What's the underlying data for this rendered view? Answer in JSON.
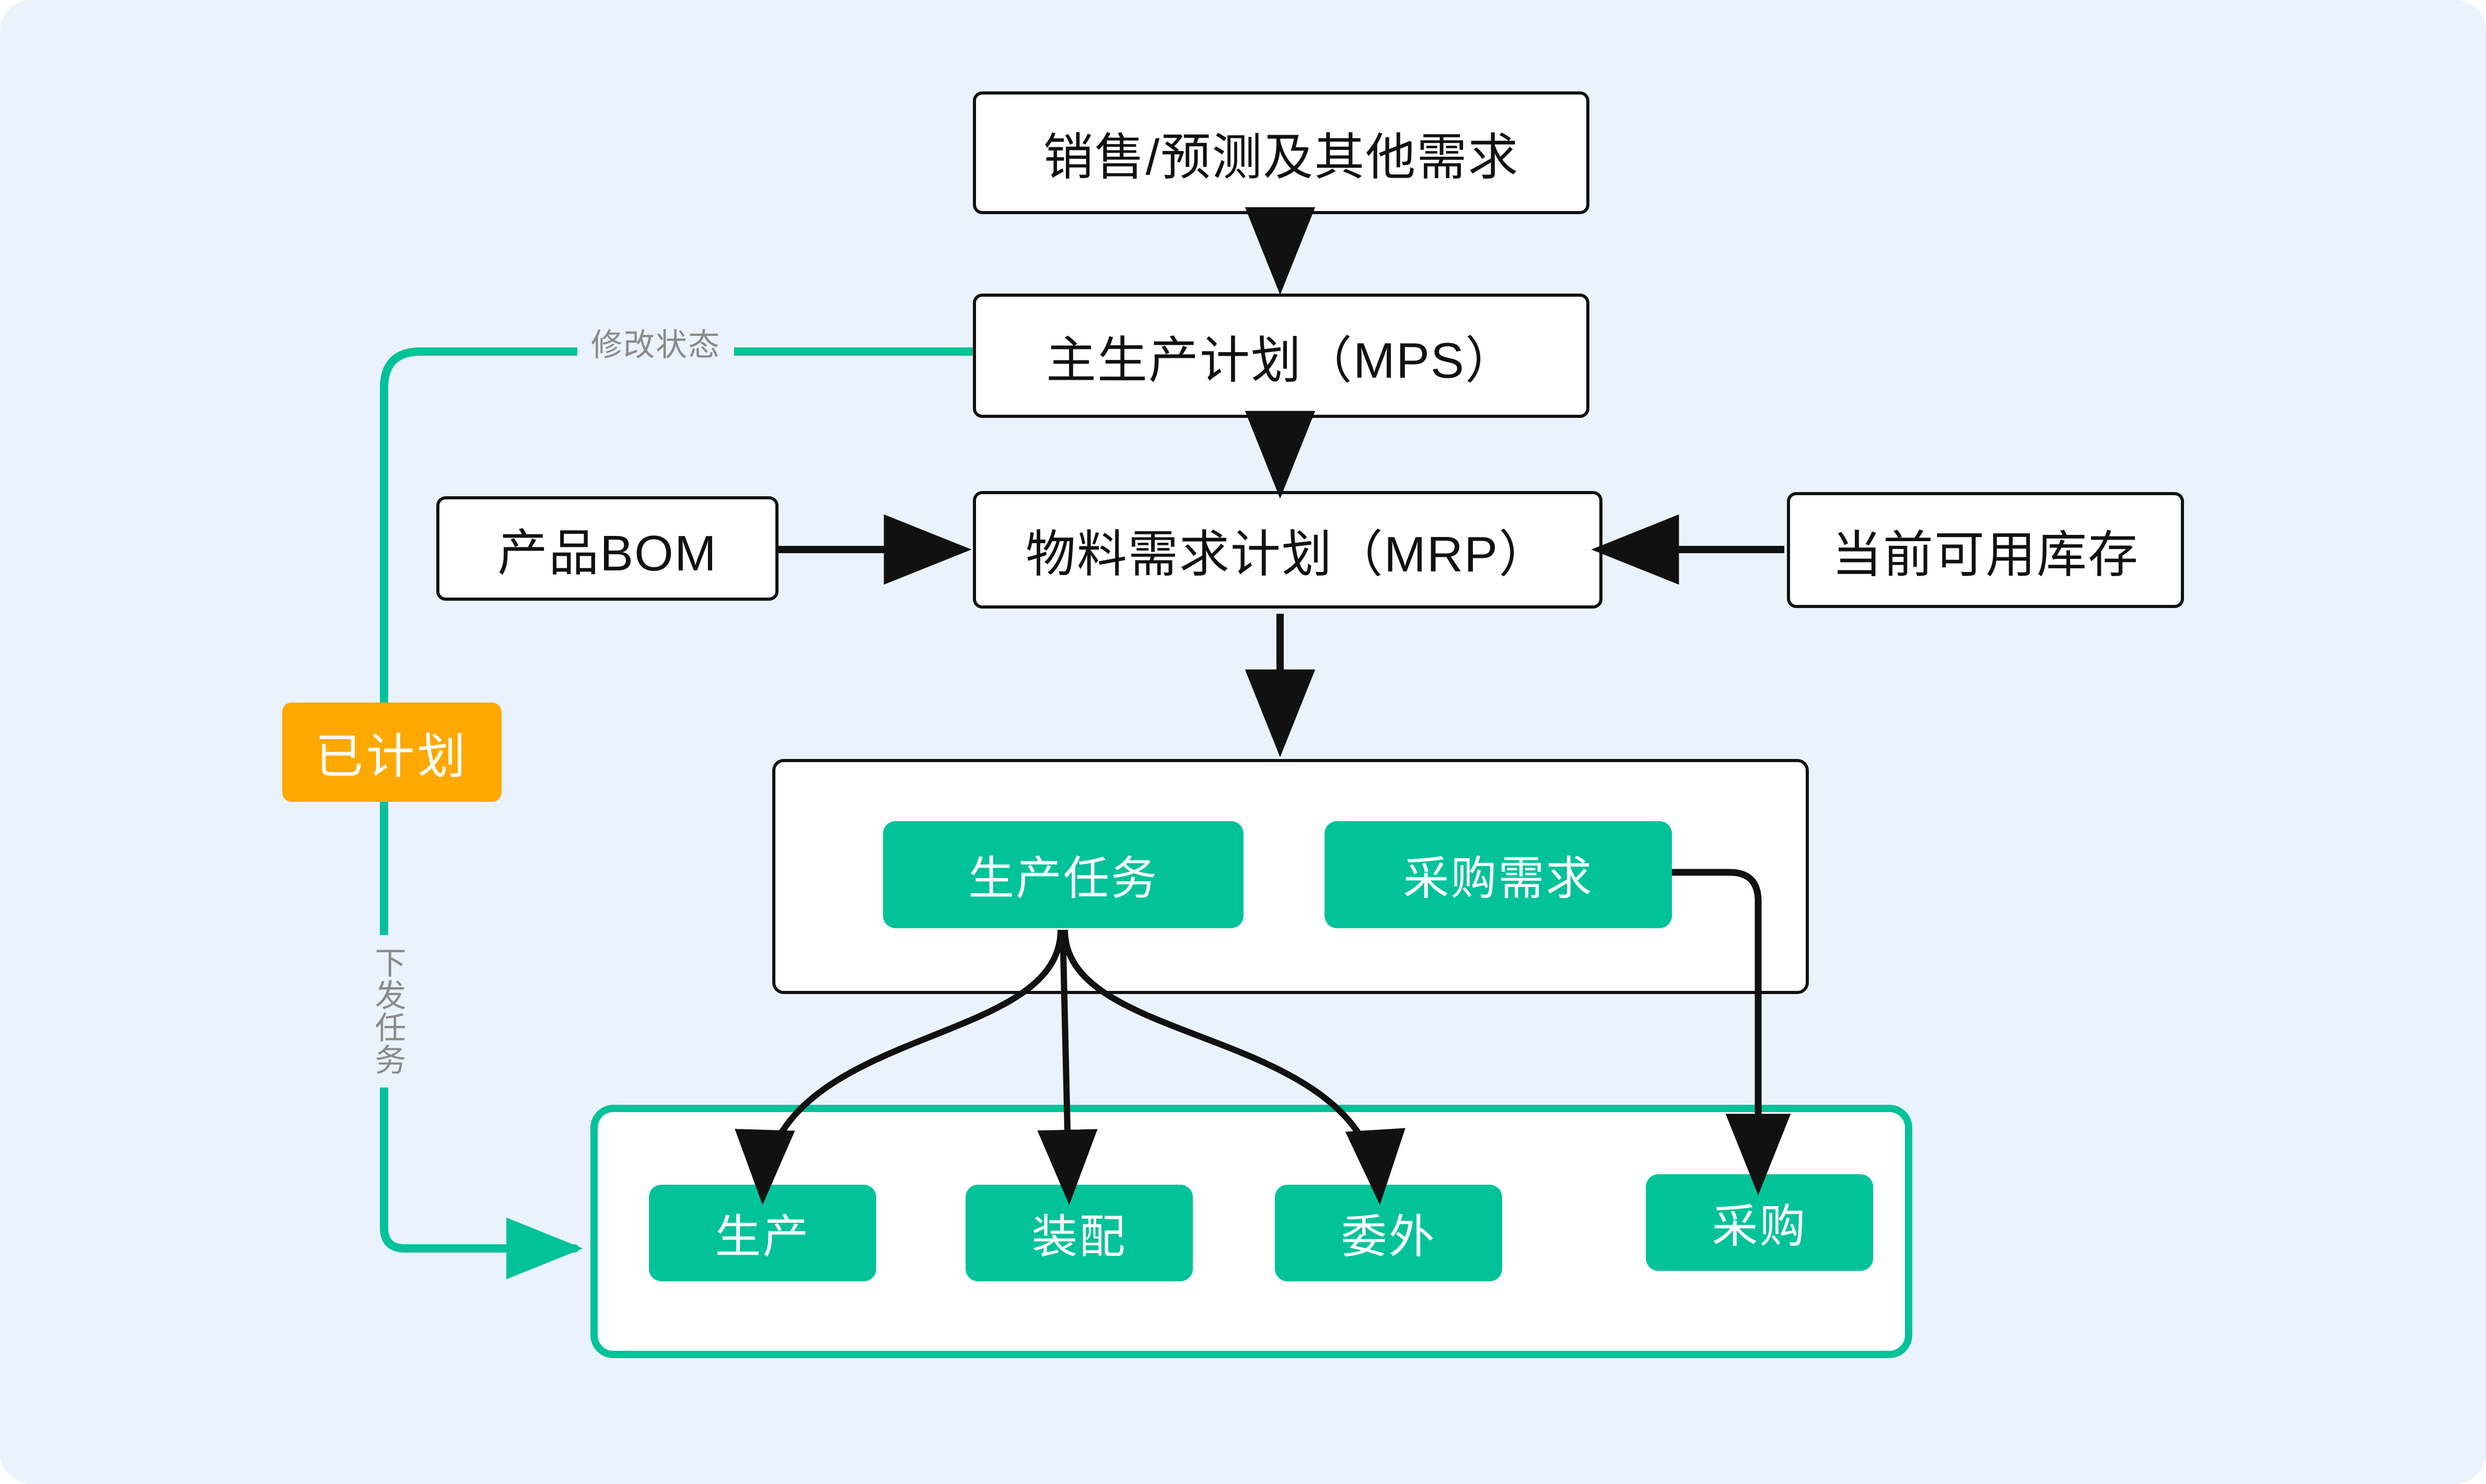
{
  "diagram": {
    "title_present": false,
    "background_color": "#eaf2fb",
    "accent_green": "#02c29a",
    "accent_orange": "#ffa800",
    "label_gray": "#8a8a8a",
    "outline_black": "#111111"
  },
  "nodes": {
    "demand": {
      "label": "销售/预测及其他需求",
      "style": "white-box"
    },
    "mps": {
      "label": "主生产计划（MPS）",
      "style": "white-box"
    },
    "bom": {
      "label": "产品BOM",
      "style": "white-box"
    },
    "mrp": {
      "label": "物料需求计划（MRP）",
      "style": "white-box"
    },
    "stock": {
      "label": "当前可用库存",
      "style": "white-box"
    },
    "planned_badge": {
      "label": "已计划",
      "style": "orange-badge"
    },
    "production_task": {
      "label": "生产任务",
      "style": "green-box"
    },
    "purchase_demand": {
      "label": "采购需求",
      "style": "green-box"
    },
    "task_produce": {
      "label": "生产",
      "style": "green-box"
    },
    "task_assemble": {
      "label": "装配",
      "style": "green-box"
    },
    "task_outsource": {
      "label": "委外",
      "style": "green-box"
    },
    "task_purchase": {
      "label": "采购",
      "style": "green-box"
    }
  },
  "edge_labels": {
    "modify_status": "修改状态",
    "dispatch_task": "下发任务"
  },
  "containers": {
    "task_group": {
      "style": "white-outline"
    },
    "execution_group": {
      "style": "green-outline"
    }
  },
  "flow": {
    "edges": [
      {
        "from": "demand",
        "to": "mps",
        "kind": "arrow-black-down"
      },
      {
        "from": "mps",
        "to": "mrp",
        "kind": "arrow-black-down"
      },
      {
        "from": "bom",
        "to": "mrp",
        "kind": "arrow-black-right"
      },
      {
        "from": "stock",
        "to": "mrp",
        "kind": "arrow-black-left"
      },
      {
        "from": "mrp",
        "to": "task_group",
        "kind": "arrow-black-down"
      },
      {
        "from": "production_task",
        "to": "task_produce",
        "kind": "arrow-black-curve"
      },
      {
        "from": "production_task",
        "to": "task_assemble",
        "kind": "arrow-black-down"
      },
      {
        "from": "production_task",
        "to": "task_outsource",
        "kind": "arrow-black-curve"
      },
      {
        "from": "purchase_demand",
        "to": "task_purchase",
        "kind": "arrow-black-elbow"
      },
      {
        "from": "mps",
        "to": "planned_badge",
        "kind": "line-green-elbow",
        "label": "修改状态"
      },
      {
        "from": "planned_badge",
        "to": "execution_group",
        "kind": "arrow-green-elbow",
        "label": "下发任务"
      }
    ]
  }
}
